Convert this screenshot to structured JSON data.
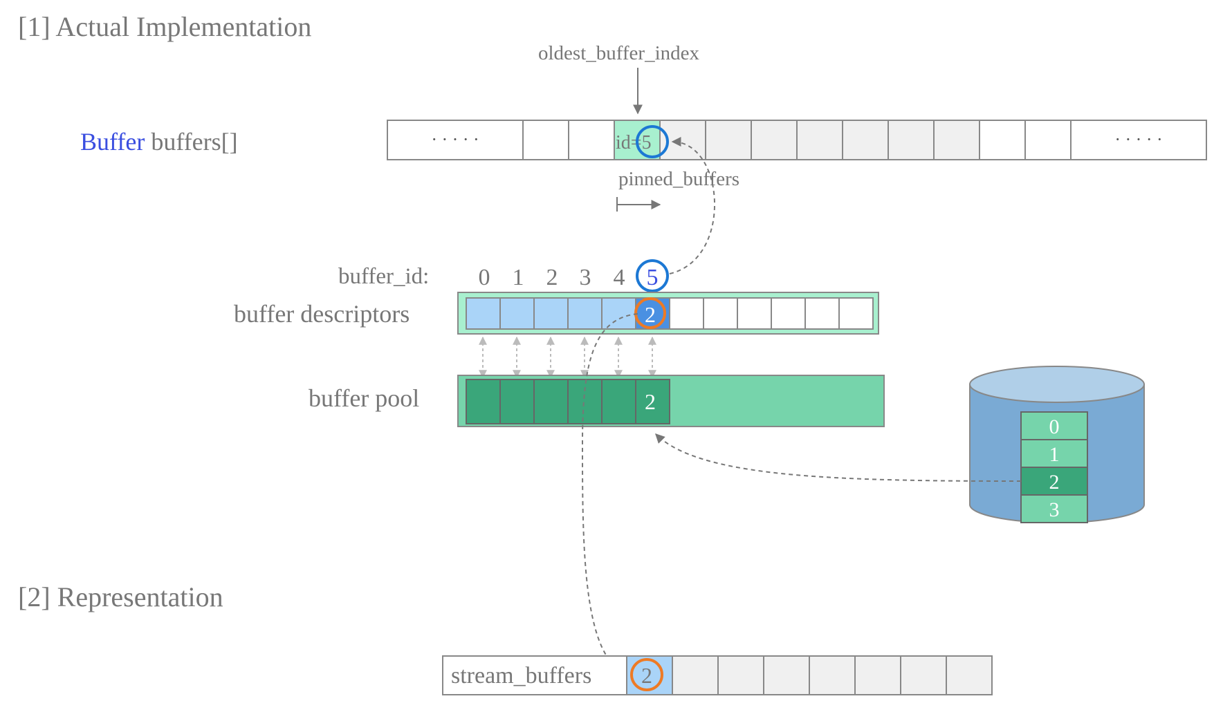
{
  "section1": {
    "title": "[1] Actual Implementation"
  },
  "section2": {
    "title": "[2] Representation"
  },
  "buffers_array": {
    "type_label": "Buffer",
    "name_label": " buffers[]",
    "ellipsis_left": "· · · · ·",
    "ellipsis_right": "· · · · ·",
    "id_prefix": "id=",
    "id_value": "5",
    "oldest_label": "oldest_buffer_index",
    "pinned_label": "pinned_buffers"
  },
  "descriptors": {
    "buffer_id_label": "buffer_id:",
    "ids": [
      "0",
      "1",
      "2",
      "3",
      "4",
      "5"
    ],
    "label": "buffer descriptors",
    "highlight_value": "2"
  },
  "pool": {
    "label": "buffer pool",
    "highlight_value": "2"
  },
  "disk": {
    "pages": [
      "0",
      "1",
      "2",
      "3"
    ]
  },
  "stream": {
    "label": "stream_buffers",
    "first_value": "2"
  },
  "colors": {
    "gray_text": "#777777",
    "buffer_blue": "#3a4ee0",
    "light_blue": "#aad4f8",
    "mint": "#a8f0cf",
    "dark_green": "#3aa67a",
    "pool_green": "#76d4ab",
    "gray_cell": "#f0f0f0",
    "circle_blue": "#1c78d4",
    "circle_orange": "#ee7a24",
    "disk_blue": "#7aaad4",
    "disk_top": "#b0cfe8"
  }
}
